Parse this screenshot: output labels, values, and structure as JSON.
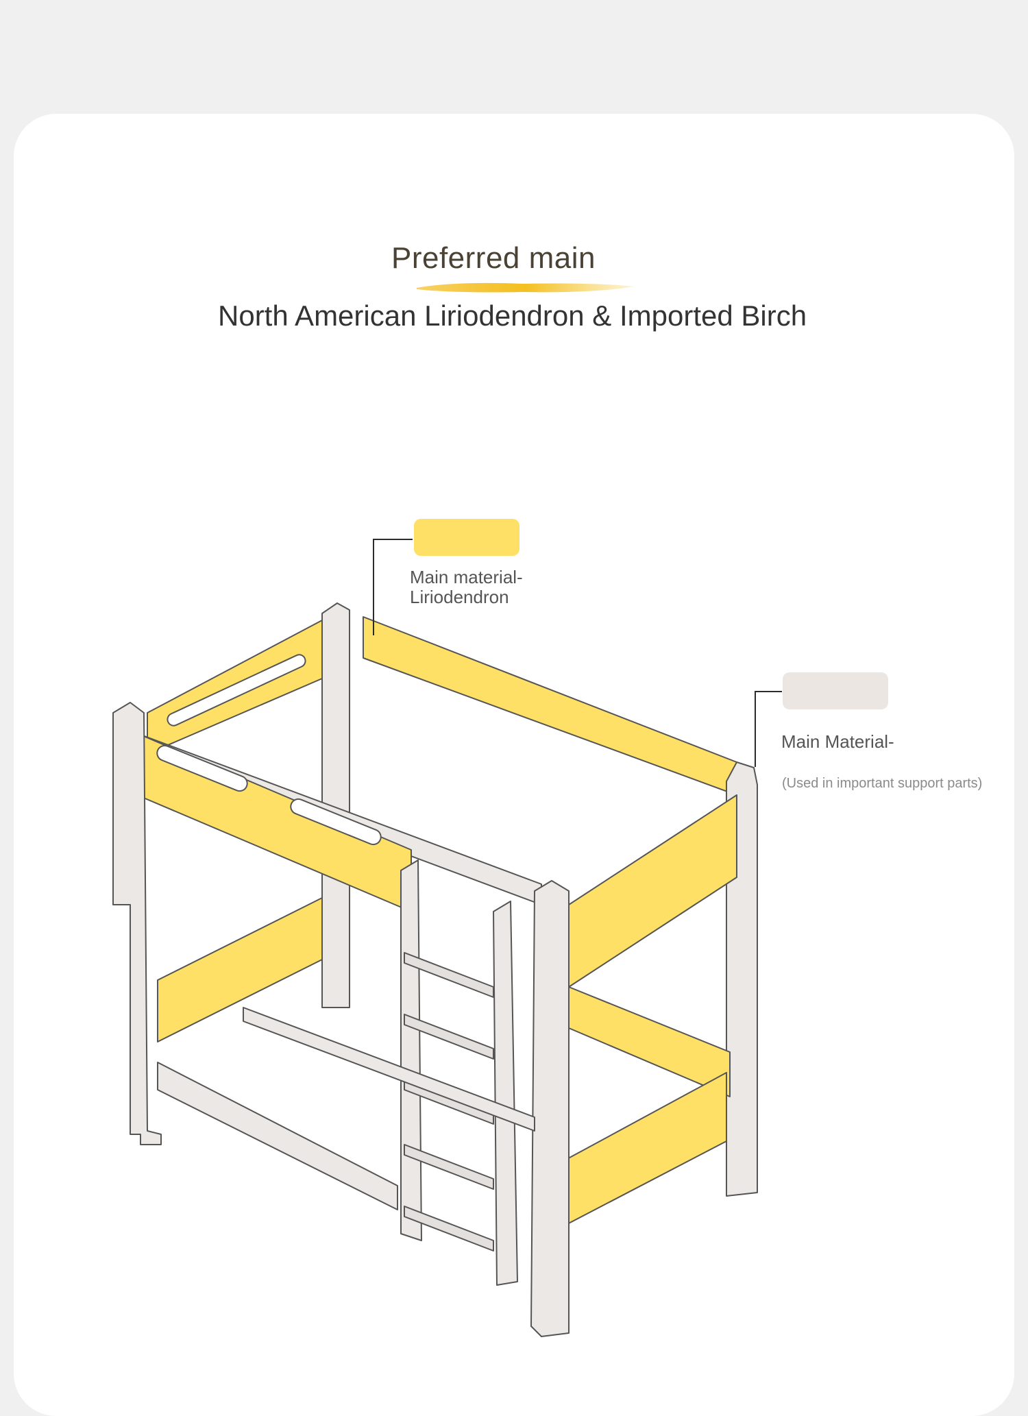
{
  "heading": "Preferred main",
  "subtitle": "North American Liriodendron & Imported Birch",
  "callouts": [
    {
      "label_line1": "Main material-",
      "label_line2": "Liriodendron",
      "swatch_color": "#ffe066"
    },
    {
      "label_line1": "Main Material-",
      "note": "(Used in important support parts)",
      "swatch_color": "#ece6e2"
    }
  ],
  "colors": {
    "background": "#f0f0f0",
    "card": "#ffffff",
    "panel_yellow": "#ffe066",
    "frame_white": "#ece8e6",
    "line": "#555555"
  }
}
